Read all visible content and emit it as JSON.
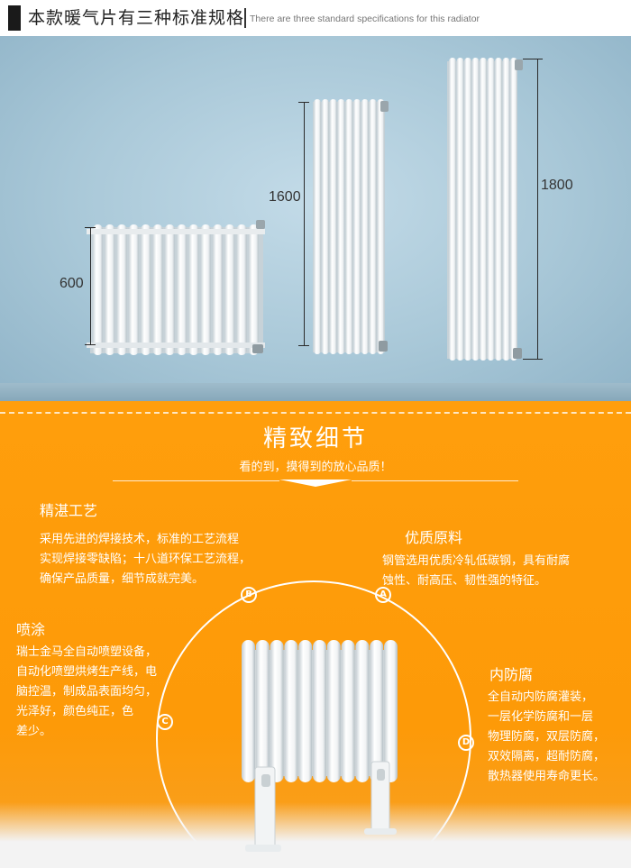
{
  "header": {
    "title_cn": "本款暖气片有三种标准规格",
    "title_en": "There are three standard specifications for this radiator"
  },
  "dimensions": {
    "small": "600",
    "medium": "1600",
    "large": "1800"
  },
  "detail_section": {
    "title": "精致细节",
    "subtitle": "看的到，摸得到的放心品质！"
  },
  "features": [
    {
      "marker": "B",
      "title": "精湛工艺",
      "body": "采用先进的焊接技术，标准的工艺流程\n实现焊接零缺陷；十八道环保工艺流程，\n确保产品质量，细节成就完美。"
    },
    {
      "marker": "A",
      "title": "优质原料",
      "body": "钢管选用优质冷轧低碳钢，具有耐腐\n蚀性、耐高压、韧性强的特征。"
    },
    {
      "marker": "C",
      "title": "喷涂",
      "body": "瑞士金马全自动喷塑设备，\n自动化喷塑烘烤生产线，电\n脑控温，制成品表面均匀，\n光泽好，颜色纯正，色\n差少。"
    },
    {
      "marker": "D",
      "title": "内防腐",
      "body": "全自动内防腐灌装，\n一层化学防腐和一层\n物理防腐，双层防腐，\n双效隔离，超耐防腐，\n散热器使用寿命更长。"
    }
  ],
  "colors": {
    "orange": "#ff9e0c",
    "wall": "#a9c8d8",
    "radiator": "#f4f6f7"
  }
}
